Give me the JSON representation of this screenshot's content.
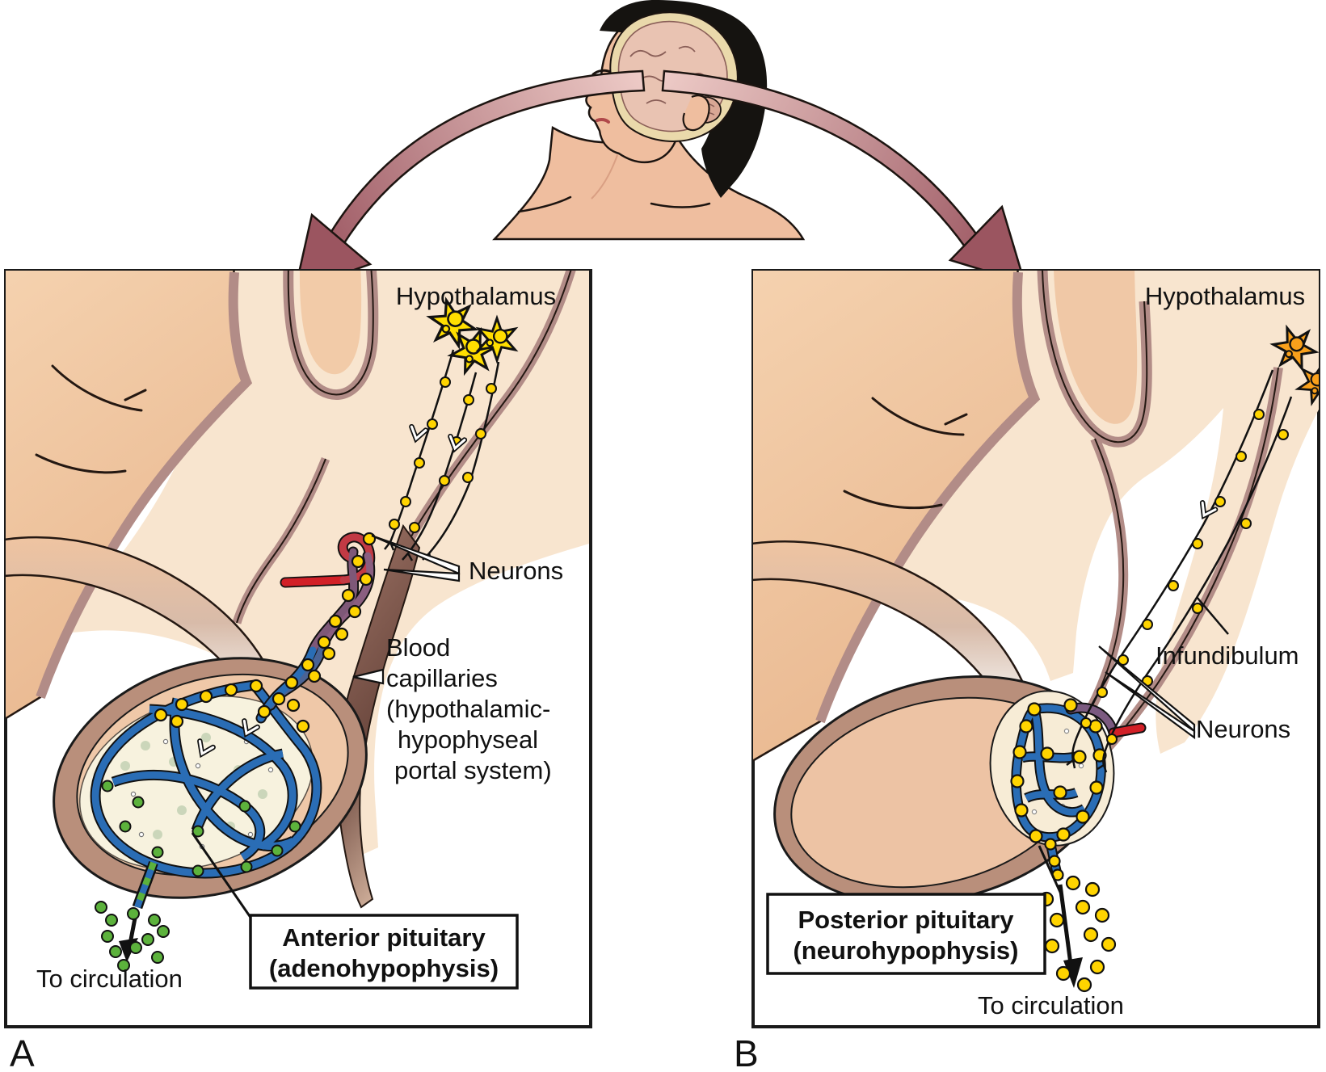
{
  "panel_a": {
    "letter": "A",
    "hypothalamus_label": "Hypothalamus",
    "neurons_label": "Neurons",
    "capillaries_label_lines": [
      "Blood",
      "capillaries",
      "(hypothalamic-",
      "hypophyseal",
      "portal system)"
    ],
    "gland_label_line1": "Anterior pituitary",
    "gland_label_line2": "(adenohypophysis)",
    "circulation_label": "To circulation"
  },
  "panel_b": {
    "letter": "B",
    "hypothalamus_label": "Hypothalamus",
    "infundibulum_label": "Infundibulum",
    "neurons_label": "Neurons",
    "gland_label_line1": "Posterior pituitary",
    "gland_label_line2": "(neurohypophysis)",
    "circulation_label": "To circulation"
  },
  "colors": {
    "neuron_yellow": "#FFDE00",
    "neuron_orange": "#F9A01B",
    "vesicle_yellow": "#FFD400",
    "hormone_green": "#5CB23C",
    "capillary_blue": "#2A6DB5",
    "artery_red": "#D22027",
    "flow_arrow_mauve": "#9B5560",
    "flow_arrow_pink": "#EDCAC6",
    "tissue_tan": "#F2C9A6",
    "tissue_cream": "#F8E5CF",
    "band_mauve": "#B28C87",
    "gland_rim_brown": "#B98F7B",
    "cell_cream": "#F7F2DE",
    "outline": "#1A1A1A"
  }
}
